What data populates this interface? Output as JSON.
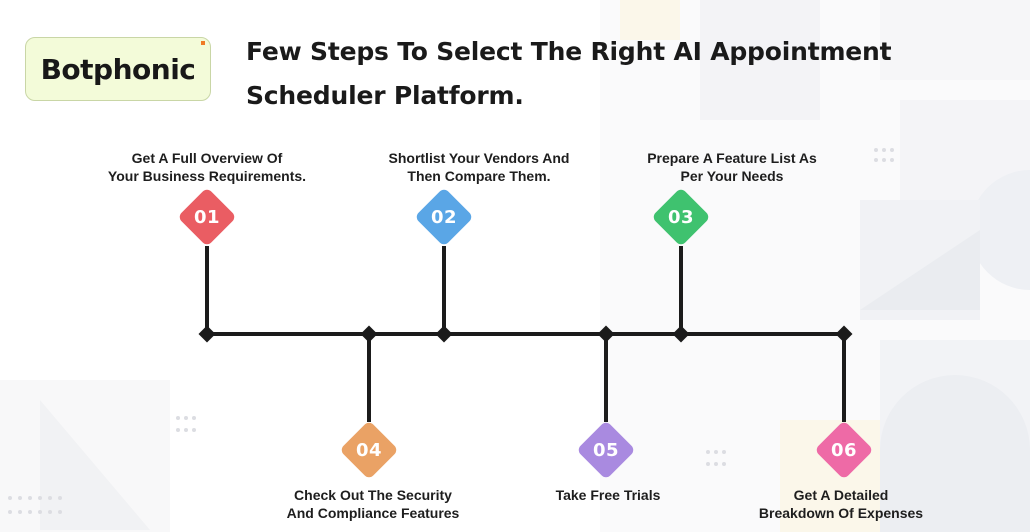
{
  "brand": {
    "logo_text": "Botphonic",
    "accent": "#f07a26",
    "logo_bg": "#f3fbd9"
  },
  "title": {
    "line1": "Few Steps To Select The Right AI Appointment",
    "line2": "Scheduler Platform."
  },
  "steps": [
    {
      "number": "01",
      "label_line1": "Get A Full Overview Of",
      "label_line2": "Your Business Requirements.",
      "color": "#ea5d63"
    },
    {
      "number": "02",
      "label_line1": "Shortlist Your Vendors And",
      "label_line2": "Then Compare Them.",
      "color": "#5aa6e6"
    },
    {
      "number": "03",
      "label_line1": "Prepare A Feature List As",
      "label_line2": "Per Your Needs",
      "color": "#3fc26f"
    },
    {
      "number": "04",
      "label_line1": "Check Out The Security",
      "label_line2": "And Compliance Features",
      "color": "#eaa265"
    },
    {
      "number": "05",
      "label_line1": "Take Free Trials",
      "label_line2": "",
      "color": "#a98ae0"
    },
    {
      "number": "06",
      "label_line1": "Get A Detailed",
      "label_line2": "Breakdown Of Expenses",
      "color": "#ee6aa6"
    }
  ],
  "colors": {
    "line": "#1b1b1b",
    "background_shapes": "#f4f4f6"
  }
}
